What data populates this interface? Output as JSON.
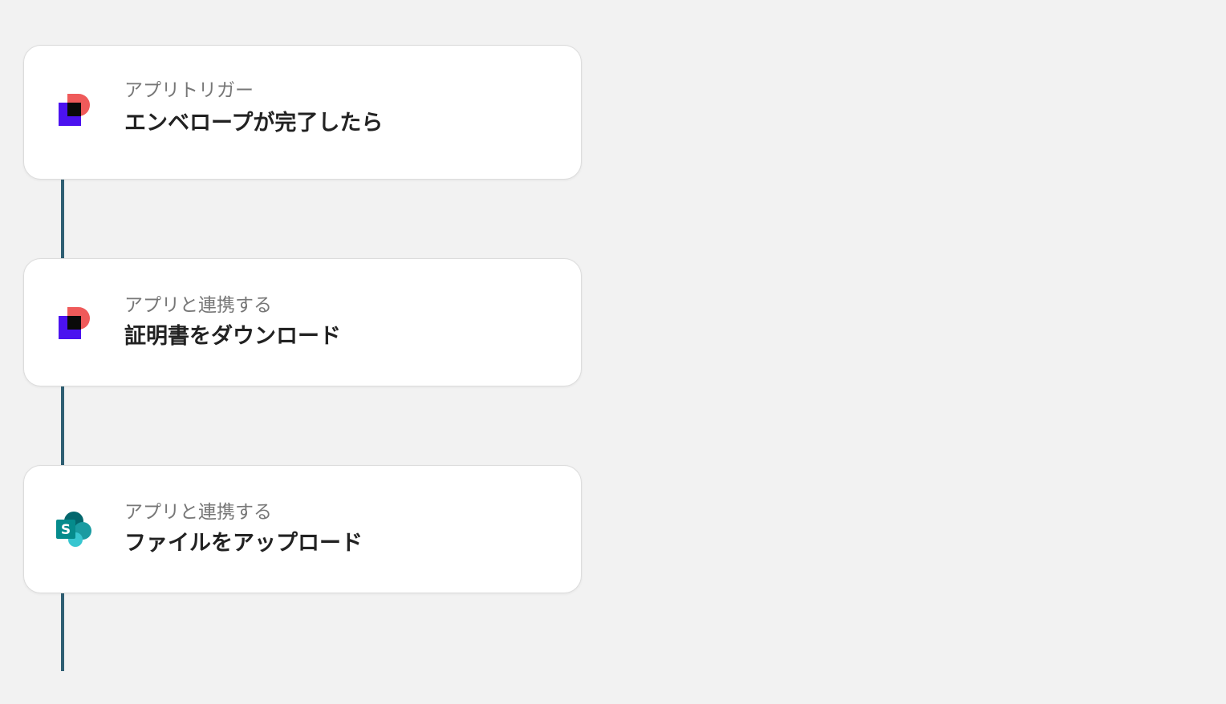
{
  "colors": {
    "background": "#f2f2f2",
    "card": "#ffffff",
    "connector": "#2f5f73",
    "kind_text": "#777777",
    "title_text": "#222222"
  },
  "flow": {
    "steps": [
      {
        "kind": "アプリトリガー",
        "title": "エンベロープが完了したら",
        "icon": "docusign-logo-icon"
      },
      {
        "kind": "アプリと連携する",
        "title": "証明書をダウンロード",
        "icon": "docusign-logo-icon"
      },
      {
        "kind": "アプリと連携する",
        "title": "ファイルをアップロード",
        "icon": "sharepoint-logo-icon"
      }
    ]
  }
}
